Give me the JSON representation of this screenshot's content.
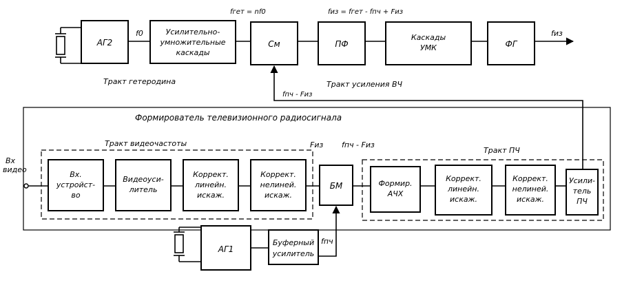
{
  "top": {
    "formula_fget": "fгет = nf0",
    "formula_fiz": "fиз = fгет - fпч + Fиз",
    "label_f0": "f0",
    "ag2": "АГ2",
    "amp_mult": [
      "Усилительно-",
      "умножительные",
      "каскады"
    ],
    "mixer": "См",
    "pf": "ПФ",
    "umk": [
      "Каскады",
      "УМК"
    ],
    "fg": "ФГ",
    "out_label": "fиз",
    "heterodyne_path": "Тракт  гетеродина",
    "hf_path": "Тракт  усиления  ВЧ",
    "feedback_label": "fпч - Fиз"
  },
  "frame": {
    "title": "Формирователь  телевизионного  радиосигнала",
    "video_path": "Тракт  видеочастоты",
    "if_path": "Тракт  ПЧ",
    "label_Fiz": "Fиз",
    "label_fpch_Fiz": "fпч - Fиз",
    "input": [
      "Вх",
      "видео"
    ]
  },
  "video_blocks": [
    [
      "Вх.",
      "устройст-",
      "во"
    ],
    [
      "Видеоуси-",
      "литель"
    ],
    [
      "Коррект.",
      "линейн.",
      "искаж."
    ],
    [
      "Коррект.",
      "нелиней.",
      "искаж."
    ]
  ],
  "bm": "БМ",
  "if_blocks": [
    [
      "Формир.",
      "АЧХ"
    ],
    [
      "Коррект.",
      "линейн.",
      "искаж."
    ],
    [
      "Коррект.",
      "нелиней.",
      "искаж."
    ],
    [
      "Усили-",
      "тель",
      "ПЧ"
    ]
  ],
  "bottom": {
    "ag1": "АГ1",
    "buffer": [
      "Буферный",
      "усилитель"
    ],
    "fpch": "fпч"
  }
}
